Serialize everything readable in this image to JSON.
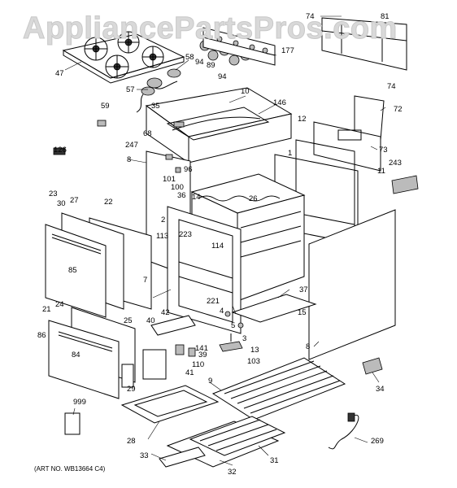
{
  "watermark": "AppliancePartsPros.com",
  "art_number": "(ART NO. WB13664 C4)",
  "callouts": [
    "1",
    "2",
    "3",
    "4",
    "5",
    "7",
    "8",
    "8",
    "9",
    "10",
    "11",
    "12",
    "13",
    "14",
    "15",
    "21",
    "22",
    "23",
    "24",
    "25",
    "26",
    "27",
    "28",
    "29",
    "30",
    "31",
    "32",
    "33",
    "34",
    "35",
    "36",
    "37",
    "39",
    "40",
    "41",
    "42",
    "47",
    "57",
    "58",
    "59",
    "68",
    "72",
    "73",
    "74",
    "74",
    "81",
    "84",
    "85",
    "86",
    "89",
    "94",
    "94",
    "96",
    "100",
    "101",
    "103",
    "110",
    "113",
    "114",
    "126",
    "141",
    "146",
    "177",
    "221",
    "223",
    "243",
    "247",
    "269",
    "999"
  ]
}
